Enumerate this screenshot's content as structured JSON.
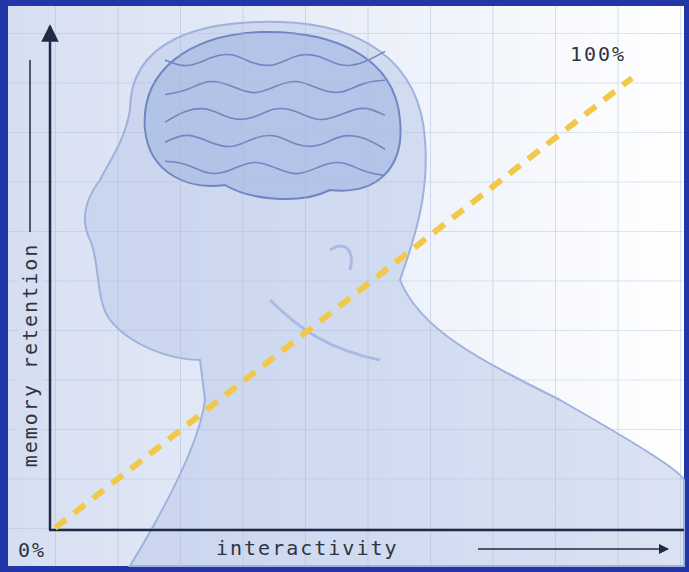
{
  "diagram": {
    "labels": [
      "100%",
      "memory retention",
      "0%",
      "interactivity"
    ]
  }
}
